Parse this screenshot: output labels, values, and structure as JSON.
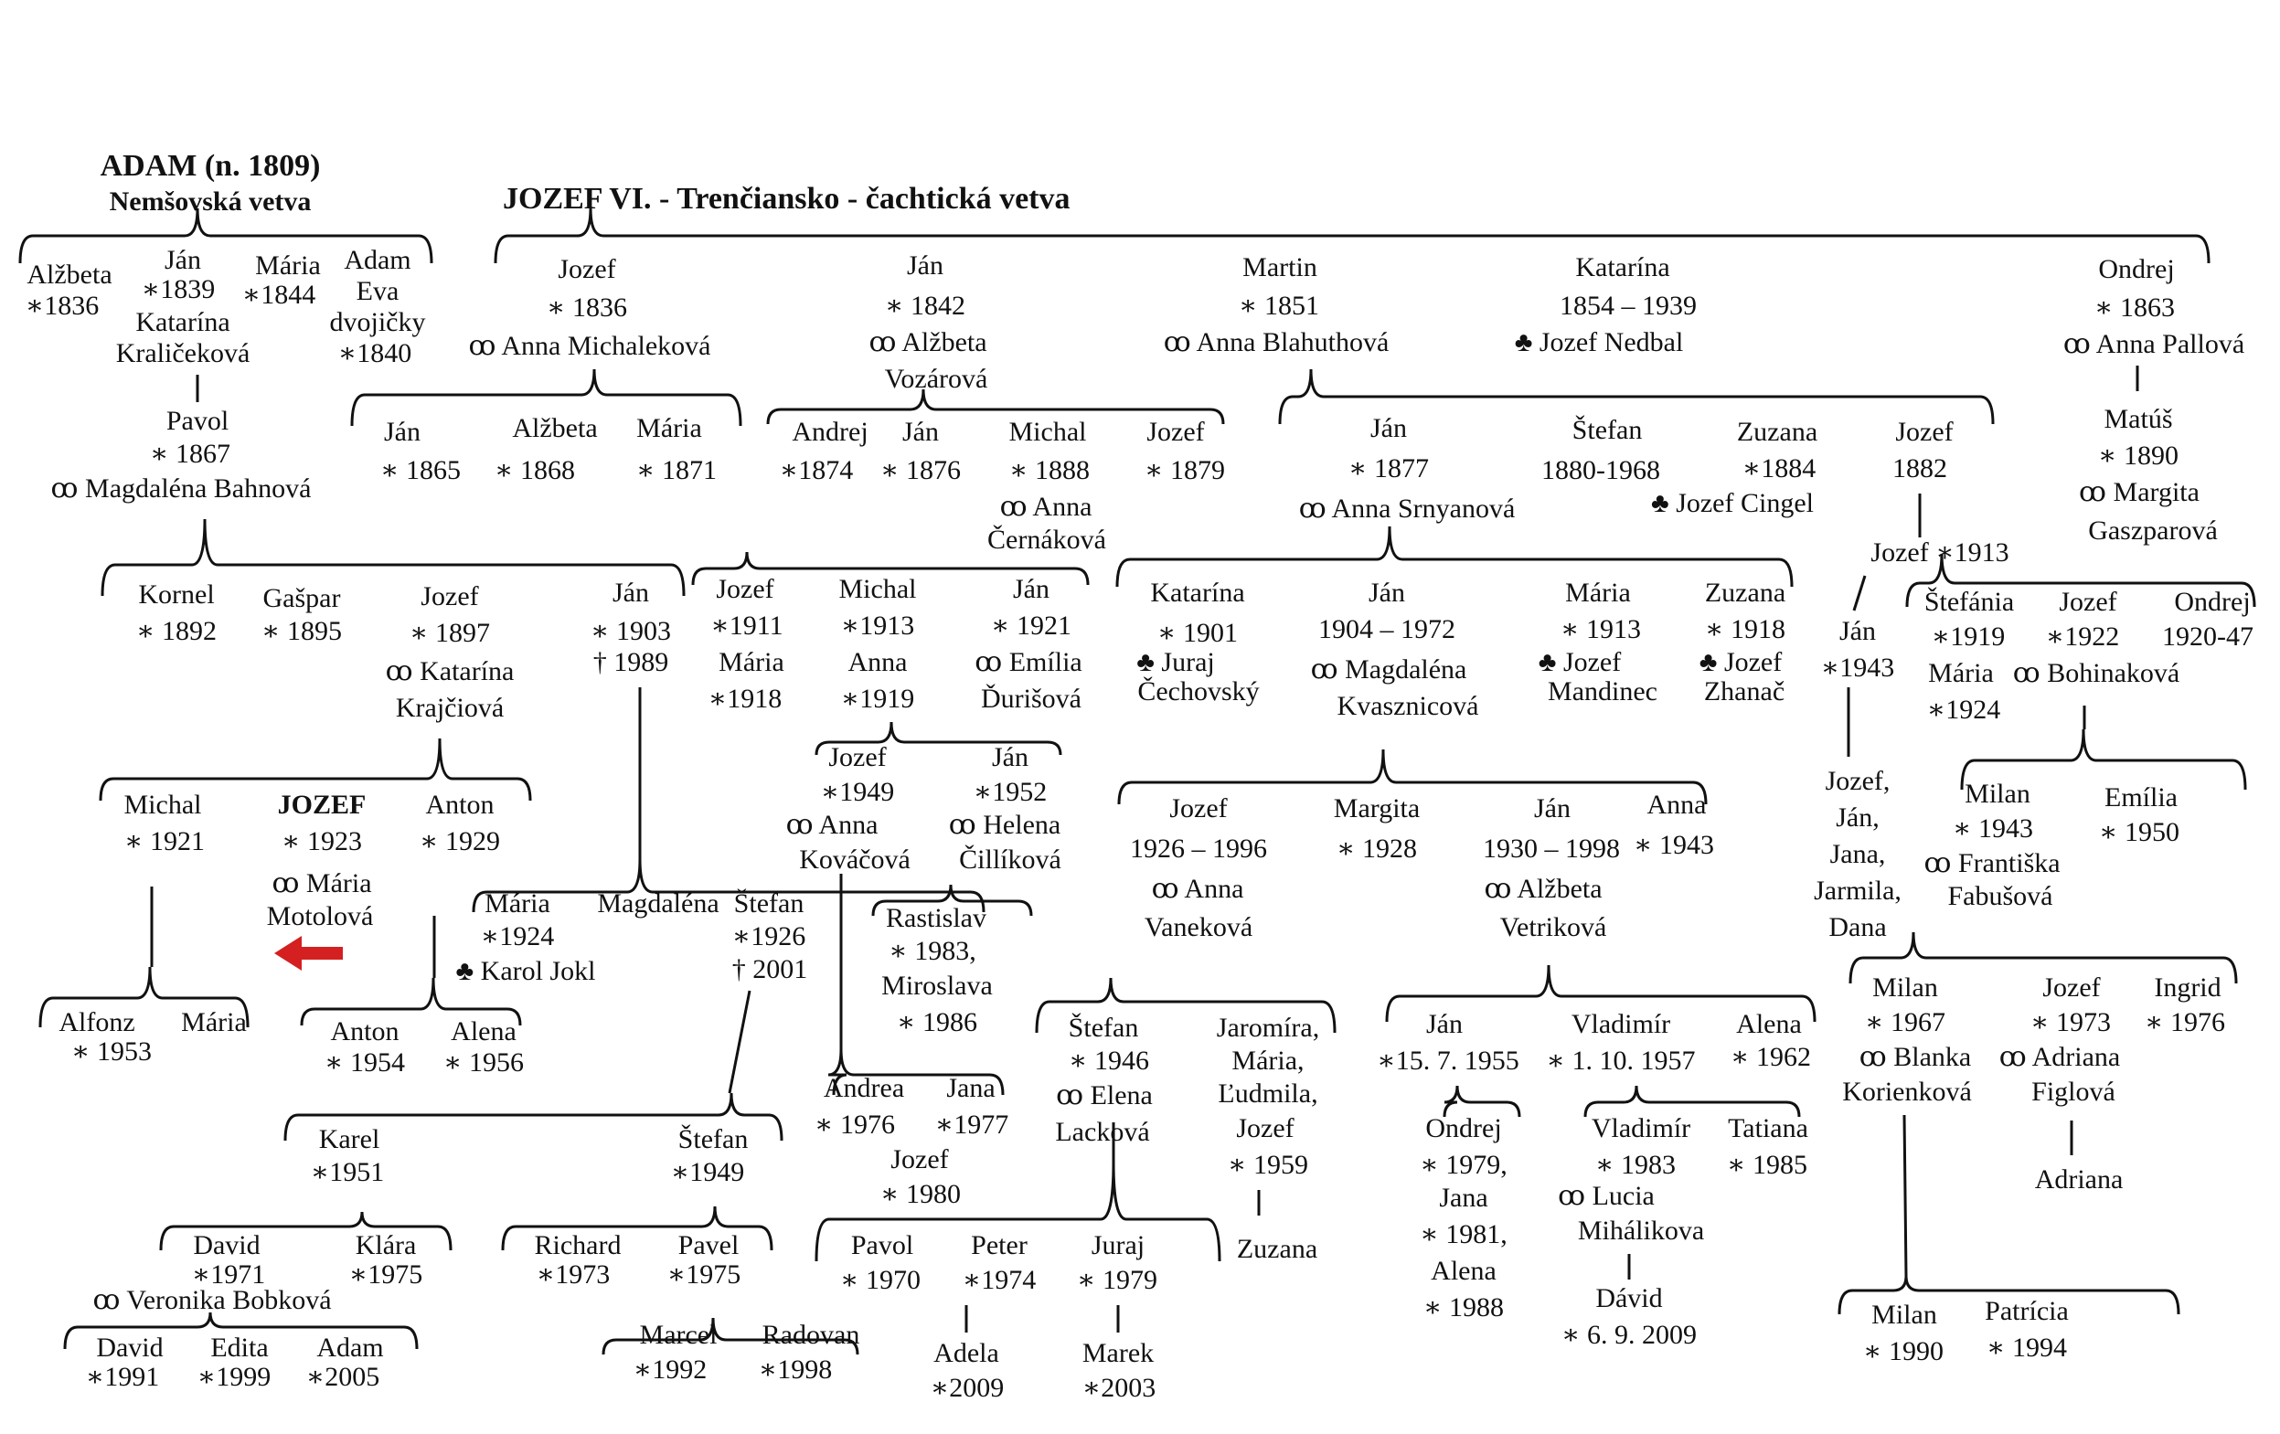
{
  "titles": {
    "adam": "ADAM (n. 1809)",
    "nemsovska": "Nemšovská vetva",
    "jozef": "JOZEF VI. - Trenčiansko - čachtická vetva"
  },
  "colors": {
    "ink": "#111111",
    "arrow": "#d42020"
  },
  "nodes": {
    "n001": "Alžbeta",
    "n002": "∗1836",
    "n003": "Ján",
    "n004": "∗1839",
    "n005": "Mária",
    "n006": "∗1844",
    "n007": "Adam",
    "n008": "Eva",
    "n009": "dvojičky",
    "n010": "∗1840",
    "n011": "Katarína",
    "n012": "Kraličeková",
    "n013": "Pavol",
    "n014": "∗ 1867",
    "n015": "ꝏ Magdaléna Bahnová",
    "n016": "Kornel",
    "n017": "∗ 1892",
    "n018": "Gašpar",
    "n019": "∗ 1895",
    "n020": "Jozef",
    "n021": "∗ 1897",
    "n022": "ꝏ Katarína",
    "n023": "Krajčiová",
    "n024": "Ján",
    "n025": "∗ 1903",
    "n026": "† 1989",
    "n027": "Michal",
    "n028": "∗ 1921",
    "n029": "JOZEF",
    "n030": "∗ 1923",
    "n031": "ꝏ Mária",
    "n032": "Motolová",
    "n033": "Anton",
    "n034": "∗ 1929",
    "n035": "Alfonz",
    "n036": "∗ 1953",
    "n037": "Mária",
    "n038": "Anton",
    "n039": "∗ 1954",
    "n040": "Alena",
    "n041": "∗ 1956",
    "n042": "Mária",
    "n043": "∗1924",
    "n044": "♣ Karol Jokl",
    "n045": "Magdaléna",
    "n046": "Štefan",
    "n047": "∗1926",
    "n048": "† 2001",
    "n049": "Karel",
    "n050": "∗1951",
    "n051": "Štefan",
    "n052": "∗1949",
    "n053": "David",
    "n054": "∗1971",
    "n055": "Klára",
    "n056": "∗1975",
    "n057": "ꝏ Veronika Bobková",
    "n058": "David",
    "n059": "∗1991",
    "n060": "Edita",
    "n061": "∗1999",
    "n062": "Adam",
    "n063": "∗2005",
    "n064": "Richard",
    "n065": "∗1973",
    "n066": "Pavel",
    "n067": "∗1975",
    "n068": "Jozef",
    "n069": "∗ 1836",
    "n070": "ꝏ Anna Michaleková",
    "n071": "Ján",
    "n072": "∗ 1865",
    "n073": "Alžbeta",
    "n074": "∗ 1868",
    "n075": "Mária",
    "n076": "∗ 1871",
    "n077": "Ján",
    "n078": "∗ 1842",
    "n079": "ꝏ Alžbeta",
    "n080": "Vozárová",
    "n081": "Andrej",
    "n082": "∗1874",
    "n083": "Ján",
    "n084": "∗ 1876",
    "n085": "Michal",
    "n086": "∗ 1888",
    "n087": "Jozef",
    "n088": "∗ 1879",
    "n089": "ꝏ Anna",
    "n090": "Černáková",
    "n091": "Jozef",
    "n092": "∗1911",
    "n093": "Mária",
    "n094": "∗1918",
    "n095": "Michal",
    "n096": "∗1913",
    "n097": "Anna",
    "n098": "∗1919",
    "n099": "Ján",
    "n100": "∗ 1921",
    "n101": "ꝏ Emília",
    "n102": "Ďurišová",
    "n103": "Jozef",
    "n104": "∗1949",
    "n105": "ꝏ Anna",
    "n106": "Kováčová",
    "n107": "Ján",
    "n108": "∗1952",
    "n109": "ꝏ Helena",
    "n110": "Čillíková",
    "n111": "Rastislav",
    "n112": "∗ 1983,",
    "n113": "Miroslava",
    "n114": "∗ 1986",
    "n115": "Andrea",
    "n116": "∗ 1976",
    "n117": "Jana",
    "n118": "∗1977",
    "n119": "Jozef",
    "n120": "∗ 1980",
    "n121": "Martin",
    "n122": "∗ 1851",
    "n123": "ꝏ Anna Blahuthová",
    "n124": "Ján",
    "n125": "∗ 1877",
    "n126": "ꝏ Anna Srnyanová",
    "n127": "Štefan",
    "n128": "1880-1968",
    "n129": "Zuzana",
    "n130": "∗1884",
    "n131": "♣ Jozef Cingel",
    "n132": "Jozef",
    "n133": "1882",
    "n134": "Jozef ∗1913",
    "n135": "Ján",
    "n136": "∗1943",
    "n137": "Jozef,",
    "n138": "Ján,",
    "n139": "Jana,",
    "n140": "Jarmila,",
    "n141": "Dana",
    "n142": "Katarína",
    "n143": "∗ 1901",
    "n144": "♣ Juraj",
    "n145": "Čechovský",
    "n146": "Ján",
    "n147": "1904 – 1972",
    "n148": "ꝏ Magdaléna",
    "n149": "Kvasznicová",
    "n150": "Mária",
    "n151": "∗ 1913",
    "n152": "♣ Jozef",
    "n153": "Mandinec",
    "n154": "Zuzana",
    "n155": "∗ 1918",
    "n156": "♣ Jozef",
    "n157": "Zhanač",
    "n158": "Jozef",
    "n159": "1926 – 1996",
    "n160": "ꝏ Anna",
    "n161": "Vaneková",
    "n162": "Margita",
    "n163": "∗ 1928",
    "n164": "Ján",
    "n165": "1930 – 1998",
    "n166": "ꝏ Alžbeta",
    "n167": "Vetriková",
    "n168": "Anna",
    "n169": "∗ 1943",
    "n170": "Štefan",
    "n171": "∗ 1946",
    "n172": "ꝏ Elena",
    "n173": "Lacková",
    "n174": "Jaromíra,",
    "n175": "Mária,",
    "n176": "Ľudmila,",
    "n177": "Jozef",
    "n178": "∗ 1959",
    "n179": "Zuzana",
    "n180": "Pavol",
    "n181": "∗ 1970",
    "n182": "Peter",
    "n183": "∗1974",
    "n184": "Juraj",
    "n185": "∗ 1979",
    "n186": "Marcel",
    "n187": "∗1992",
    "n188": "Radovan",
    "n189": "∗1998",
    "n190": "Adela",
    "n191": "∗2009",
    "n192": "Marek",
    "n193": "∗2003",
    "n194": "Ján",
    "n195": "∗15. 7. 1955",
    "n196": "Vladimír",
    "n197": "∗ 1. 10. 1957",
    "n198": "Alena",
    "n199": "∗ 1962",
    "n200": "Ondrej",
    "n201": "∗ 1979,",
    "n202": "Jana",
    "n203": "∗ 1981,",
    "n204": "Alena",
    "n205": "∗ 1988",
    "n206": "Vladimír",
    "n207": "∗ 1983",
    "n208": "ꝏ Lucia",
    "n209": "Mihálikova",
    "n210": "Dávid",
    "n211": "∗ 6. 9. 2009",
    "n212": "Tatiana",
    "n213": "∗ 1985",
    "n214": "Katarína",
    "n215": "1854 – 1939",
    "n216": "♣ Jozef Nedbal",
    "n217": "Ondrej",
    "n218": "∗ 1863",
    "n219": "ꝏ Anna Pallová",
    "n220": "Matúš",
    "n221": "∗ 1890",
    "n222": "ꝏ Margita",
    "n223": "Gaszparová",
    "n224": "Štefánia",
    "n225": "∗1919",
    "n226": "Mária",
    "n227": "∗1924",
    "n228": "Jozef",
    "n229": "∗1922",
    "n230": "ꝏ Bohinaková",
    "n231": "Ondrej",
    "n232": "1920-47",
    "n233": "Milan",
    "n234": "∗ 1943",
    "n235": "ꝏ Františka",
    "n236": "Fabušová",
    "n237": "Emília",
    "n238": "∗ 1950",
    "n239": "Milan",
    "n240": "∗ 1967",
    "n241": "ꝏ Blanka",
    "n242": "Korienková",
    "n243": "Jozef",
    "n244": "∗ 1973",
    "n245": "ꝏ Adriana",
    "n246": "Figlová",
    "n247": "Ingrid",
    "n248": "∗ 1976",
    "n249": "Adriana",
    "n250": "Milan",
    "n251": "∗ 1990",
    "n252": "Patrícia",
    "n253": "∗ 1994"
  }
}
